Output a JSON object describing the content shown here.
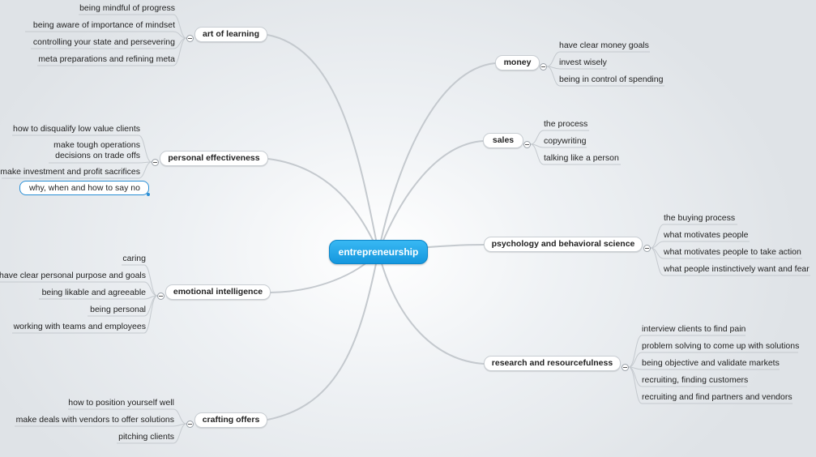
{
  "root": {
    "label": "entrepreneurship"
  },
  "branches": {
    "art_of_learning": {
      "label": "art of learning",
      "items": [
        "being mindful of progress",
        "being aware of importance of mindset",
        "controlling your state and persevering",
        "meta preparations and refining meta"
      ]
    },
    "personal_effectiveness": {
      "label": "personal effectiveness",
      "items": [
        "how to disqualify low value clients",
        "make tough operations\ndecisions on trade offs",
        "make investment and profit sacrifices",
        "why, when and how to say no"
      ]
    },
    "emotional_intelligence": {
      "label": "emotional intelligence",
      "items": [
        "caring",
        "have clear personal purpose and goals",
        "being likable and agreeable",
        "being personal",
        "working with teams and employees"
      ]
    },
    "crafting_offers": {
      "label": "crafting offers",
      "items": [
        "how to position yourself well",
        "make deals with vendors to offer solutions",
        "pitching clients"
      ]
    },
    "money": {
      "label": "money",
      "items": [
        "have clear money goals",
        "invest wisely",
        "being in control of spending"
      ]
    },
    "sales": {
      "label": "sales",
      "items": [
        "the process",
        "copywriting",
        "talking like a person"
      ]
    },
    "psychology": {
      "label": "psychology and behavioral science",
      "items": [
        "the buying process",
        "what motivates people",
        "what motivates people to take action",
        "what people instinctively want and fear"
      ]
    },
    "research": {
      "label": "research and resourcefulness",
      "items": [
        "interview clients to find pain",
        "problem solving to come up with solutions",
        "being objective and validate markets",
        "recruiting, finding customers",
        "recruiting and find partners and vendors"
      ]
    }
  },
  "colors": {
    "root": "#1fa5e8",
    "link": "#c4c9ce",
    "selection": "#2a8fd6"
  }
}
